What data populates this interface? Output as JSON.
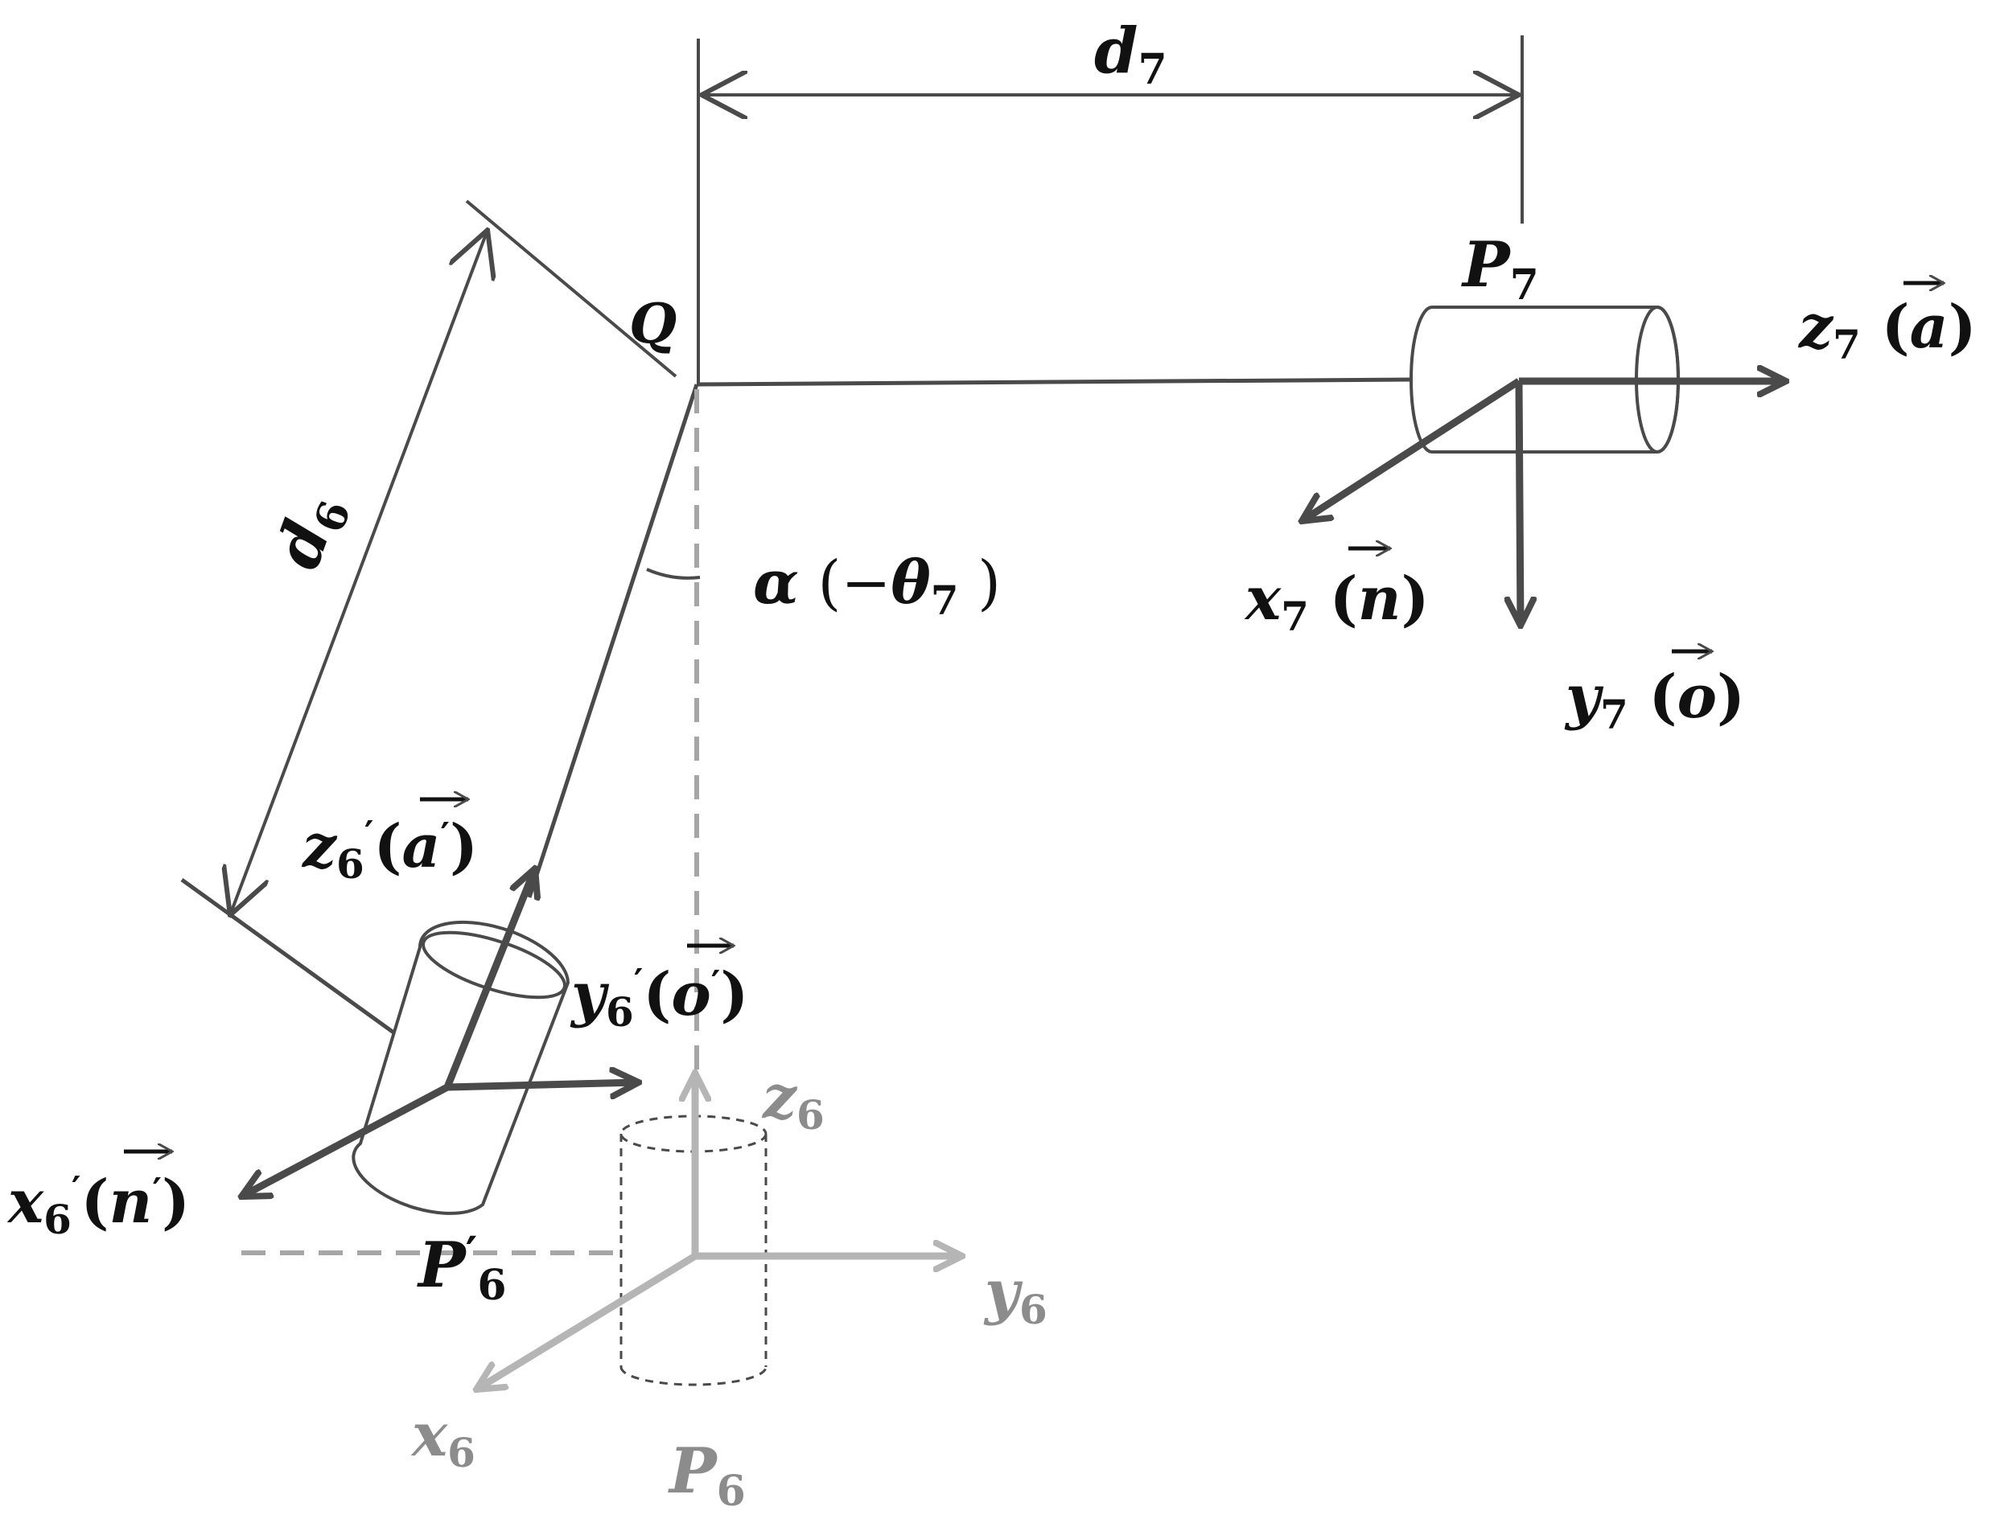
{
  "labels": {
    "d7": {
      "main": "d",
      "sub": "7"
    },
    "d6": {
      "main": "d",
      "sub": "6"
    },
    "Q": "Q",
    "P7": {
      "main": "P",
      "sub": "7"
    },
    "z7": {
      "main": "z",
      "sub": "7",
      "vec": "a"
    },
    "x7": {
      "main": "x",
      "sub": "7",
      "vec": "n"
    },
    "y7": {
      "main": "y",
      "sub": "7",
      "vec": "o"
    },
    "alpha": {
      "sym": "α",
      "open": "(",
      "minus": "−",
      "theta": "θ",
      "sub": "7",
      "close": ")"
    },
    "z6p": {
      "main": "z",
      "sub": "6",
      "prime": "′",
      "vec": "a",
      "vprime": "′"
    },
    "y6p": {
      "main": "y",
      "sub": "6",
      "prime": "′",
      "vec": "o",
      "vprime": "′"
    },
    "x6p": {
      "main": "x",
      "sub": "6",
      "prime": "′",
      "vec": "n",
      "vprime": "′"
    },
    "P6p": {
      "main": "P",
      "prime": "′",
      "sub": "6"
    },
    "z6": {
      "main": "z",
      "sub": "6"
    },
    "y6": {
      "main": "y",
      "sub": "6"
    },
    "x6": {
      "main": "x",
      "sub": "6"
    },
    "P6": {
      "main": "P",
      "sub": "6"
    }
  },
  "colors": {
    "dark": "#4a4a4a",
    "light": "#b5b5b5",
    "mid": "#8c8c8c",
    "dash": "#a6a6a6",
    "text": "#111111"
  }
}
